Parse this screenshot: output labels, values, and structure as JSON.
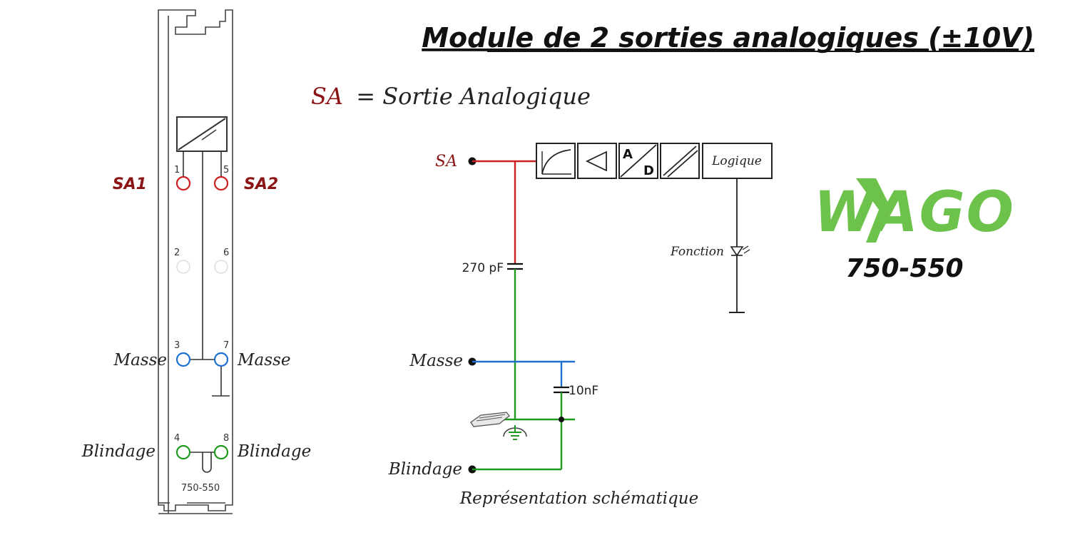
{
  "title": "Module de 2 sorties analogiques (±10V)",
  "legend": {
    "abbr": "SA",
    "definition": "= Sortie Analogique"
  },
  "module": {
    "terminals": [
      {
        "num": "1",
        "label": "SA1"
      },
      {
        "num": "5",
        "label": "SA2"
      },
      {
        "num": "2",
        "label": ""
      },
      {
        "num": "6",
        "label": ""
      },
      {
        "num": "3",
        "label": "Masse"
      },
      {
        "num": "7",
        "label": "Masse"
      },
      {
        "num": "4",
        "label": "Blindage"
      },
      {
        "num": "8",
        "label": "Blindage"
      }
    ],
    "footer_code": "750-550"
  },
  "schematic": {
    "sa_label": "SA",
    "masse_label": "Masse",
    "blindage_label": "Blindage",
    "cap1_label": "270 pF",
    "cap2_label": "10nF",
    "block_a": "A",
    "block_d": "D",
    "logic_label": "Logique",
    "fonction_label": "Fonction",
    "caption": "Représentation schématique"
  },
  "brand": {
    "name": "WAGO",
    "model": "750-550"
  },
  "colors": {
    "red": "#cc1f1f",
    "dark_red": "#8b1414",
    "blue": "#1f6fd1",
    "green": "#1f9a1f",
    "wago_green": "#6cc24a",
    "line": "#333333"
  }
}
